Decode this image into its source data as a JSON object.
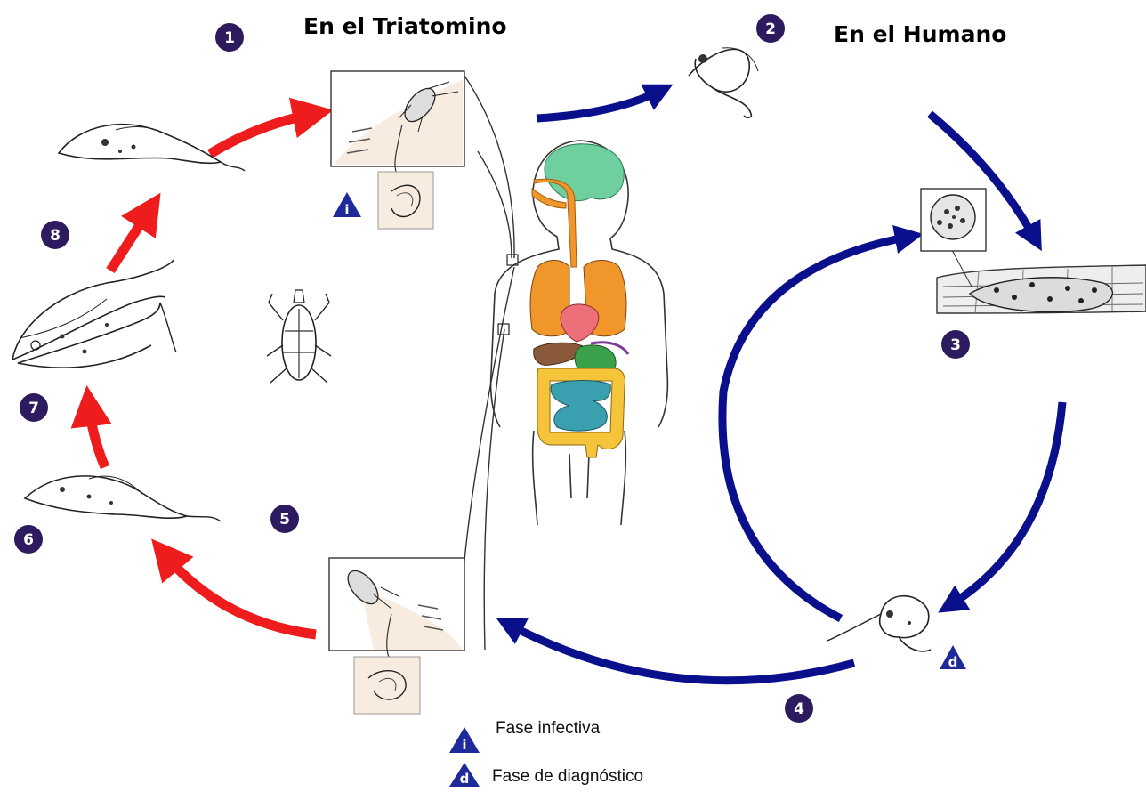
{
  "titles": {
    "triatomine": "En el Triatomino",
    "human": "En el Humano"
  },
  "steps": [
    "1",
    "2",
    "3",
    "4",
    "5",
    "6",
    "7",
    "8"
  ],
  "stage_markers": {
    "infective": "i",
    "diagnostic": "d"
  },
  "legend": {
    "infective_label": "Fase infectiva",
    "diagnostic_label": "Fase de diagnóstico"
  },
  "colors": {
    "triatomine_arrows": "#ee1c1c",
    "human_arrows": "#0a0f8c",
    "step_marker": "#2e1a5e",
    "stage_marker": "#1e2a9a",
    "inset_background": "#f8ebe0",
    "brain": "#6fcf9e",
    "airway": "#f0962a",
    "lungs": "#f0962a",
    "heart": "#ec6f7a",
    "liver": "#8a5a3a",
    "stomach": "#3aa04a",
    "large_intestine": "#f5c43a",
    "small_intestine": "#3aa0b0"
  }
}
